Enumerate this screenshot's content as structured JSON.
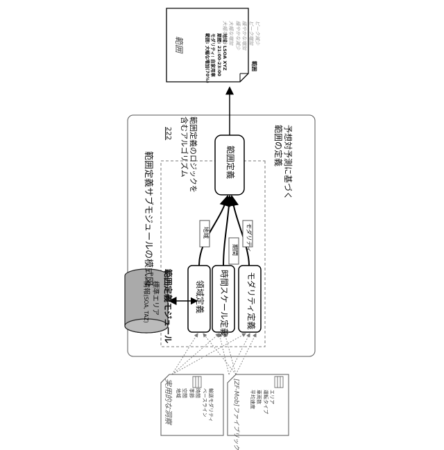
{
  "figure_title": "範囲定義サブモジュールの模式図",
  "module": {
    "title": "範囲定義モジュール",
    "ref_number": "222",
    "algorithm_note_line1": "範囲定義のロジックを",
    "algorithm_note_line2": "含むアルゴリズム",
    "forecast_note_line1": "予想対予測に基づく",
    "forecast_note_line2": "範囲の定義"
  },
  "boxes": {
    "modality": "モダリティ定義",
    "timescale": "時間スケール定義",
    "region": "領域定義",
    "range": "範囲定義"
  },
  "tags": {
    "modality": "モダリティ",
    "period": "期間",
    "region": "地域"
  },
  "database": {
    "line1": "標準エリア",
    "line2": "情報",
    "line2_small": "(SOA, TAZ)"
  },
  "input_docs": {
    "practical": {
      "title": "実用的な洞察",
      "items": [
        "輸送モダリティ",
        "ベースライン",
        "時間",
        "季節",
        "空間",
        "地域"
      ]
    },
    "mobility": {
      "title": "[ZF-Mob]ファイブリック",
      "items": [
        "エリア",
        "運転タイプ",
        "車両数",
        "平均速度"
      ]
    }
  },
  "output_doc": {
    "title": "範囲",
    "lines": [
      "地域: LSOA XYZ",
      "期間: 21:00-23:00",
      "モダリティ: 自家用車",
      "範囲: 大幅な増加(70%)"
    ],
    "range_label": "範囲",
    "range_items": [
      "ピーク減少",
      "ピーク増加",
      "緩やかな増加",
      "緩やかな減少",
      "大幅な増加",
      "大幅な減少"
    ]
  }
}
